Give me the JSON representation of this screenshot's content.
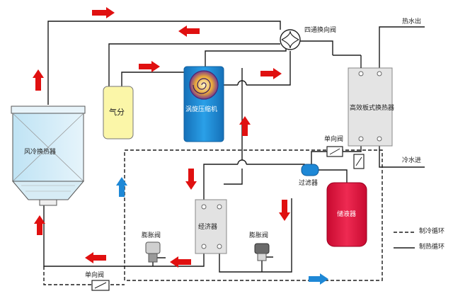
{
  "labels": {
    "four_way_valve": "四通换向阀",
    "hot_water_out": "热水出",
    "cold_water_in": "冷水进",
    "air_exchanger": "风冷换热器",
    "gas_separator": "气分",
    "scroll_compressor": "涡旋压缩机",
    "plate_exchanger": "高效板式换热器",
    "check_valve_top": "单向阀",
    "filter": "过滤器",
    "receiver": "储液器",
    "economizer": "经济器",
    "expansion_valve_left": "膨胀阀",
    "expansion_valve_right": "膨胀阀",
    "check_valve_bottom": "单向阀"
  },
  "legend": {
    "cooling": "制冷循环",
    "heating": "制热循环"
  },
  "colors": {
    "pipe": "#1a1a1a",
    "arrow_red": "#e01010",
    "arrow_blue": "#1e88d6",
    "air_exchanger_fill": "#cfe9f6",
    "gas_separator_fill": "#fbf6a8",
    "compressor_fill": "#1e8fd8",
    "plate_fill": "#e4e4e4",
    "receiver_fill": "#e0103a",
    "filter_fill": "#1e8fd8"
  }
}
